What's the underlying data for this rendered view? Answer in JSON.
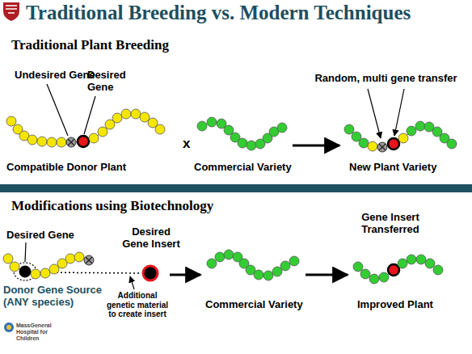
{
  "diagram": {
    "title": "Traditional Breeding vs. Modern Techniques",
    "labels": [
      "Traditional Plant Breeding",
      "Undesired Gene",
      "Desired Gene",
      "x",
      "Random, multi gene transfer",
      "Compatible Donor Plant",
      "Commercial Variety",
      "New Plant Variety",
      "Modifications using Biotechnology",
      "Desired Gene",
      "Desired Gene Insert",
      "Gene Insert Transferred",
      "Donor Gene Source (ANY species)",
      "Additional genetic material to create insert",
      "Commercial Variety",
      "Improved Plant",
      "MassGeneral Hospital for Children"
    ]
  }
}
